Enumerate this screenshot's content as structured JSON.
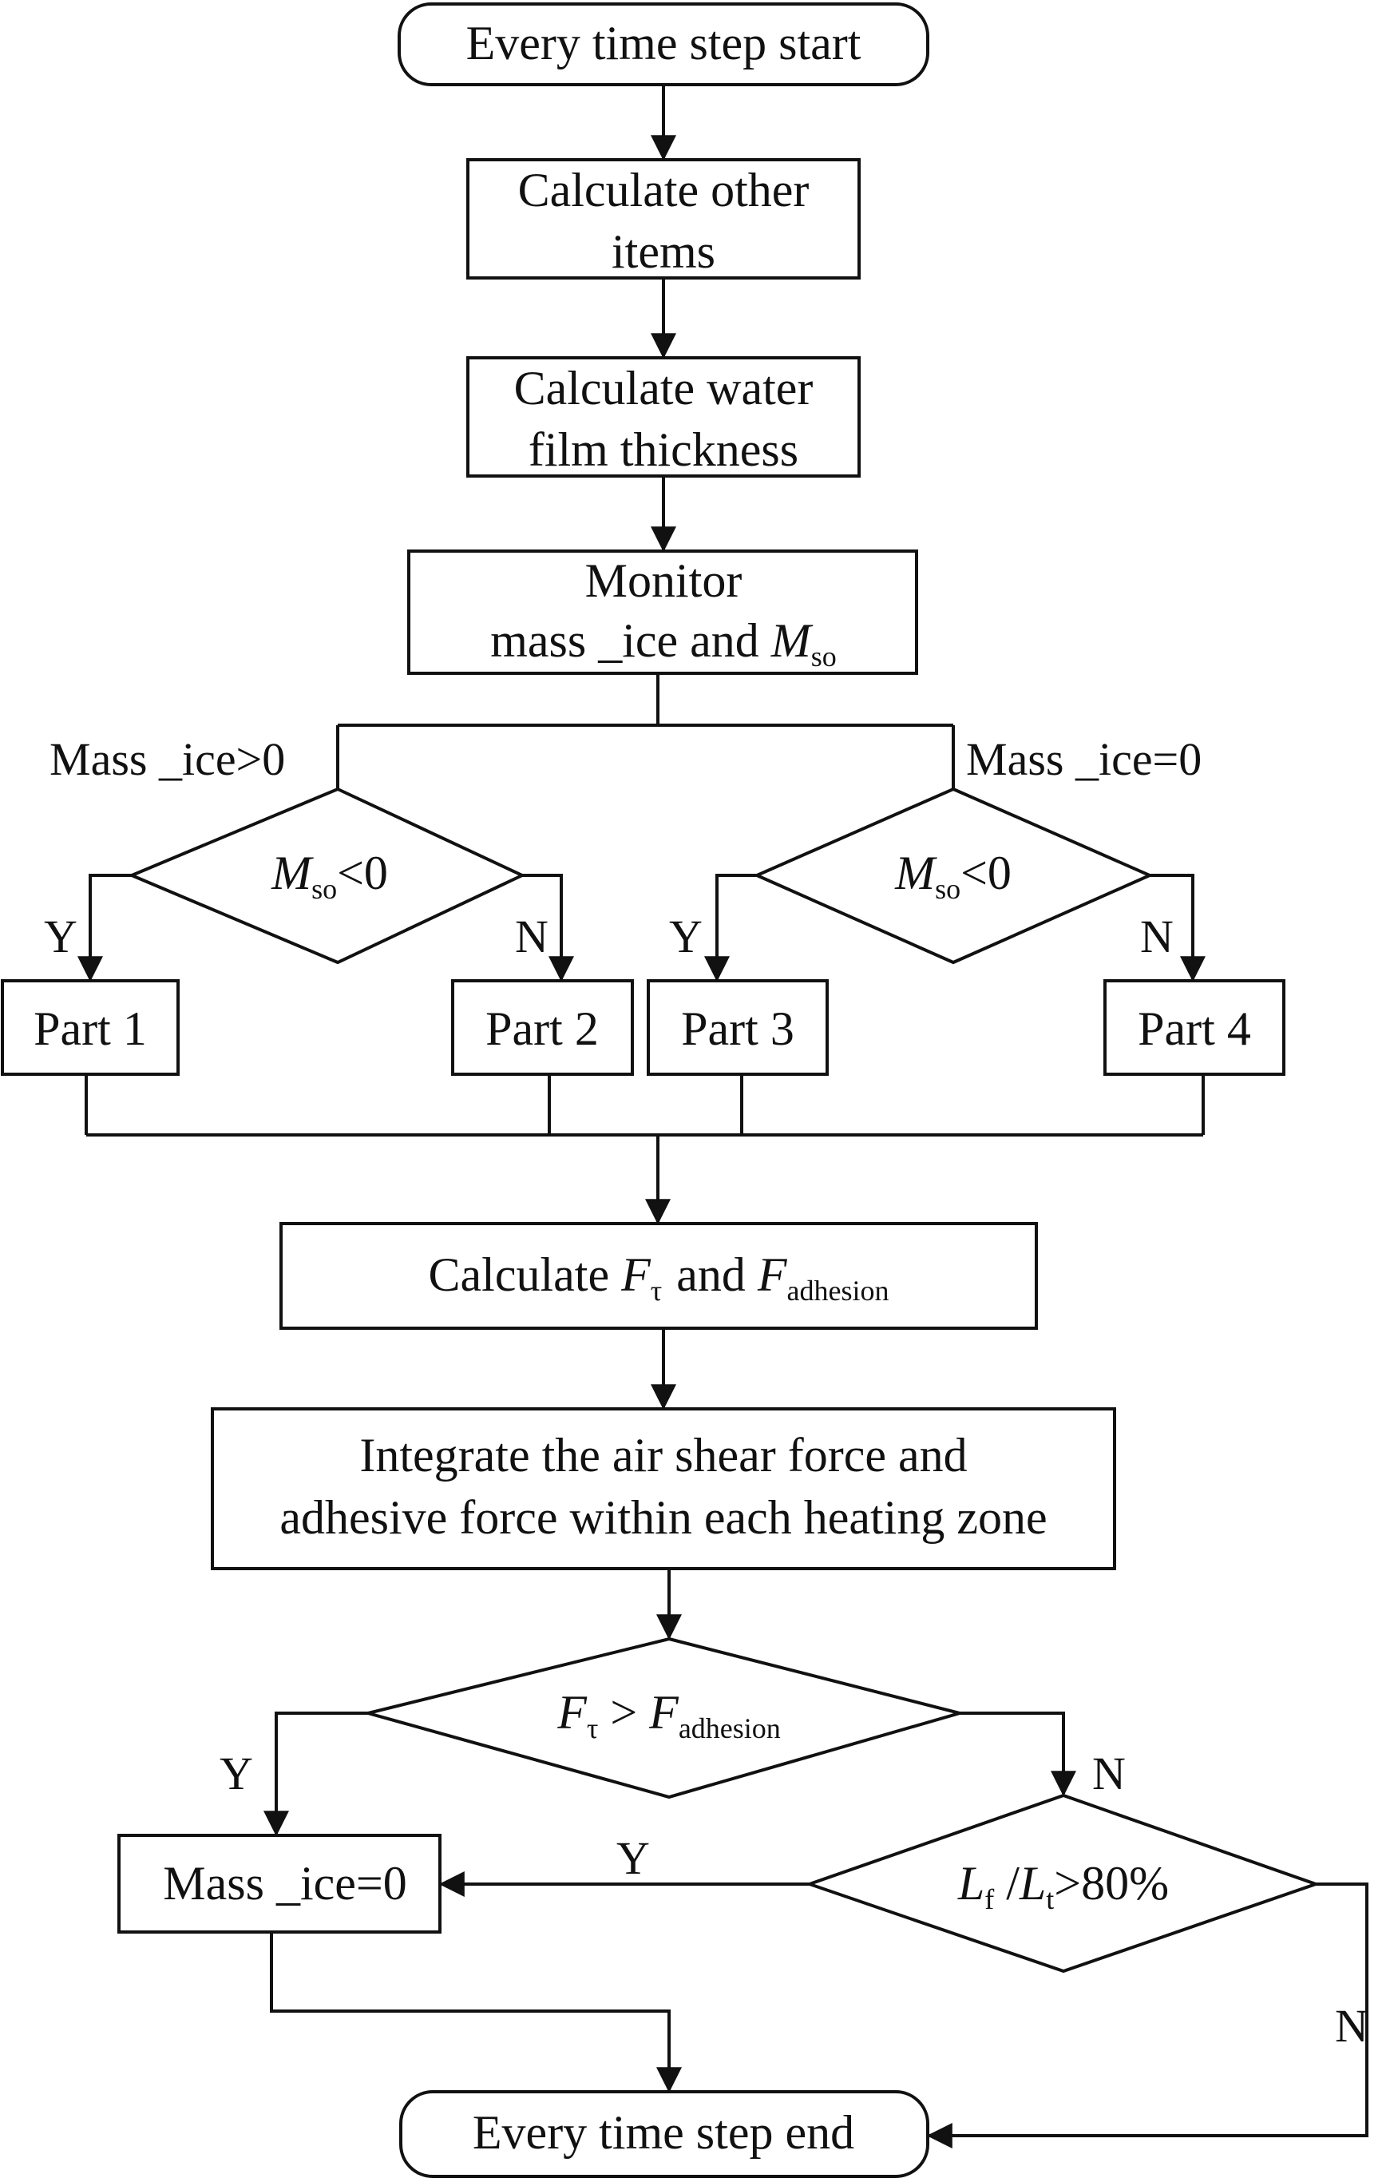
{
  "nodes": {
    "start": "Every time step start",
    "calc_other": [
      "Calculate other",
      "items"
    ],
    "calc_water": [
      "Calculate water",
      "film thickness"
    ],
    "monitor": {
      "line1": "Monitor",
      "line2_prefix": "mass _ice and ",
      "var": "M",
      "var_sub": "so"
    },
    "mass_pos_label": "Mass _ice>0",
    "mass_zero_label": "Mass _ice=0",
    "decision_left": {
      "var": "M",
      "var_sub": "so",
      "rest": "<0"
    },
    "decision_right": {
      "var": "M",
      "var_sub": "so",
      "rest": "<0"
    },
    "part1": "Part 1",
    "part2": "Part 2",
    "part3": "Part 3",
    "part4": "Part 4",
    "calc_force": {
      "prefix": "Calculate ",
      "var1": "F",
      "var1_sub": "τ",
      "mid": "and ",
      "var2": "F",
      "var2_sub": "adhesion"
    },
    "integrate": [
      "Integrate the air shear force and",
      "adhesive force within each heating zone"
    ],
    "decision_force": {
      "var1": "F",
      "var1_sub": "τ",
      "op": " > ",
      "var2": "F",
      "var2_sub": "adhesion"
    },
    "mass_zero_box": "Mass _ice=0",
    "decision_ratio": {
      "var1": "L",
      "var1_sub": "f",
      "slash": " /",
      "var2": "L",
      "var2_sub": "t",
      "rest": ">80%"
    },
    "end": "Every time step end"
  },
  "edge_labels": {
    "left_y": "Y",
    "left_n": "N",
    "right_y": "Y",
    "right_n": "N",
    "force_y": "Y",
    "force_n": "N",
    "ratio_y": "Y",
    "ratio_n": "N"
  }
}
